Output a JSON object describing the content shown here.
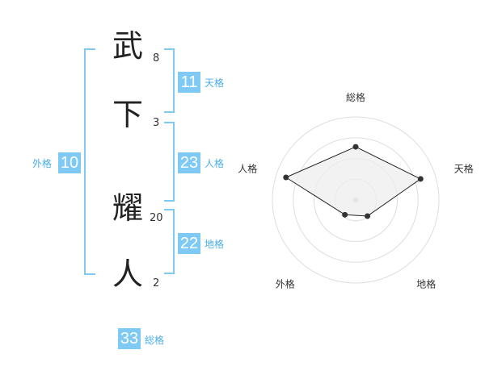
{
  "name": {
    "chars": [
      {
        "char": "武",
        "strokes": "8"
      },
      {
        "char": "下",
        "strokes": "3"
      },
      {
        "char": "耀",
        "strokes": "20"
      },
      {
        "char": "人",
        "strokes": "2"
      }
    ]
  },
  "scores": {
    "tenkaku": {
      "value": "11",
      "label": "天格"
    },
    "jinkaku": {
      "value": "23",
      "label": "人格"
    },
    "chikaku": {
      "value": "22",
      "label": "地格"
    },
    "gaikaku": {
      "value": "10",
      "label": "外格"
    },
    "soukaku": {
      "value": "33",
      "label": "総格"
    }
  },
  "colors": {
    "accent": "#7fcaf5",
    "label_text": "#4aaee8",
    "radar_fill": "#eeeeee",
    "radar_line": "#222222"
  },
  "chart_data": {
    "type": "radar",
    "axes": [
      "総格",
      "天格",
      "地格",
      "外格",
      "人格"
    ],
    "values": [
      3.2,
      4.1,
      1.2,
      1.1,
      4.4
    ],
    "range": [
      0,
      5
    ],
    "rings": 4
  }
}
